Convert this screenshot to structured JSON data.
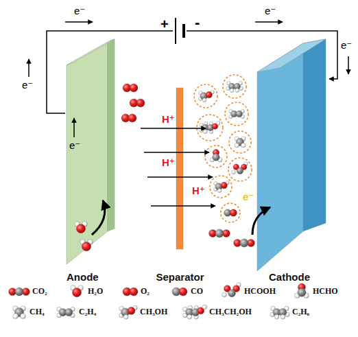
{
  "diagram": {
    "nodes": [
      {
        "text": [
          "Anode"
        ]
      },
      {
        "text": [
          "Separator"
        ]
      },
      {
        "text": [
          "Cathode"
        ]
      }
    ],
    "edges": [
      {
        "from": 0,
        "to": 2,
        "arrow": "to"
      }
    ],
    "labels": [
      "+",
      "-",
      "e⁻",
      "e⁻",
      "e⁻",
      "e⁻",
      "e⁻",
      "e⁻",
      "H⁺",
      "H⁺",
      "H⁺"
    ],
    "legend": [
      {
        "text": "CO₂"
      },
      {
        "text": "H₂O"
      },
      {
        "text": "O₂"
      },
      {
        "text": "CO"
      },
      {
        "text": "HCOOH"
      },
      {
        "text": "HCHO"
      },
      {
        "text": "CH₄"
      },
      {
        "text": "C₂H₄"
      },
      {
        "text": "CH₃OH"
      },
      {
        "text": "CH₃CH₂OH"
      },
      {
        "text": "C₂H₆"
      }
    ]
  }
}
